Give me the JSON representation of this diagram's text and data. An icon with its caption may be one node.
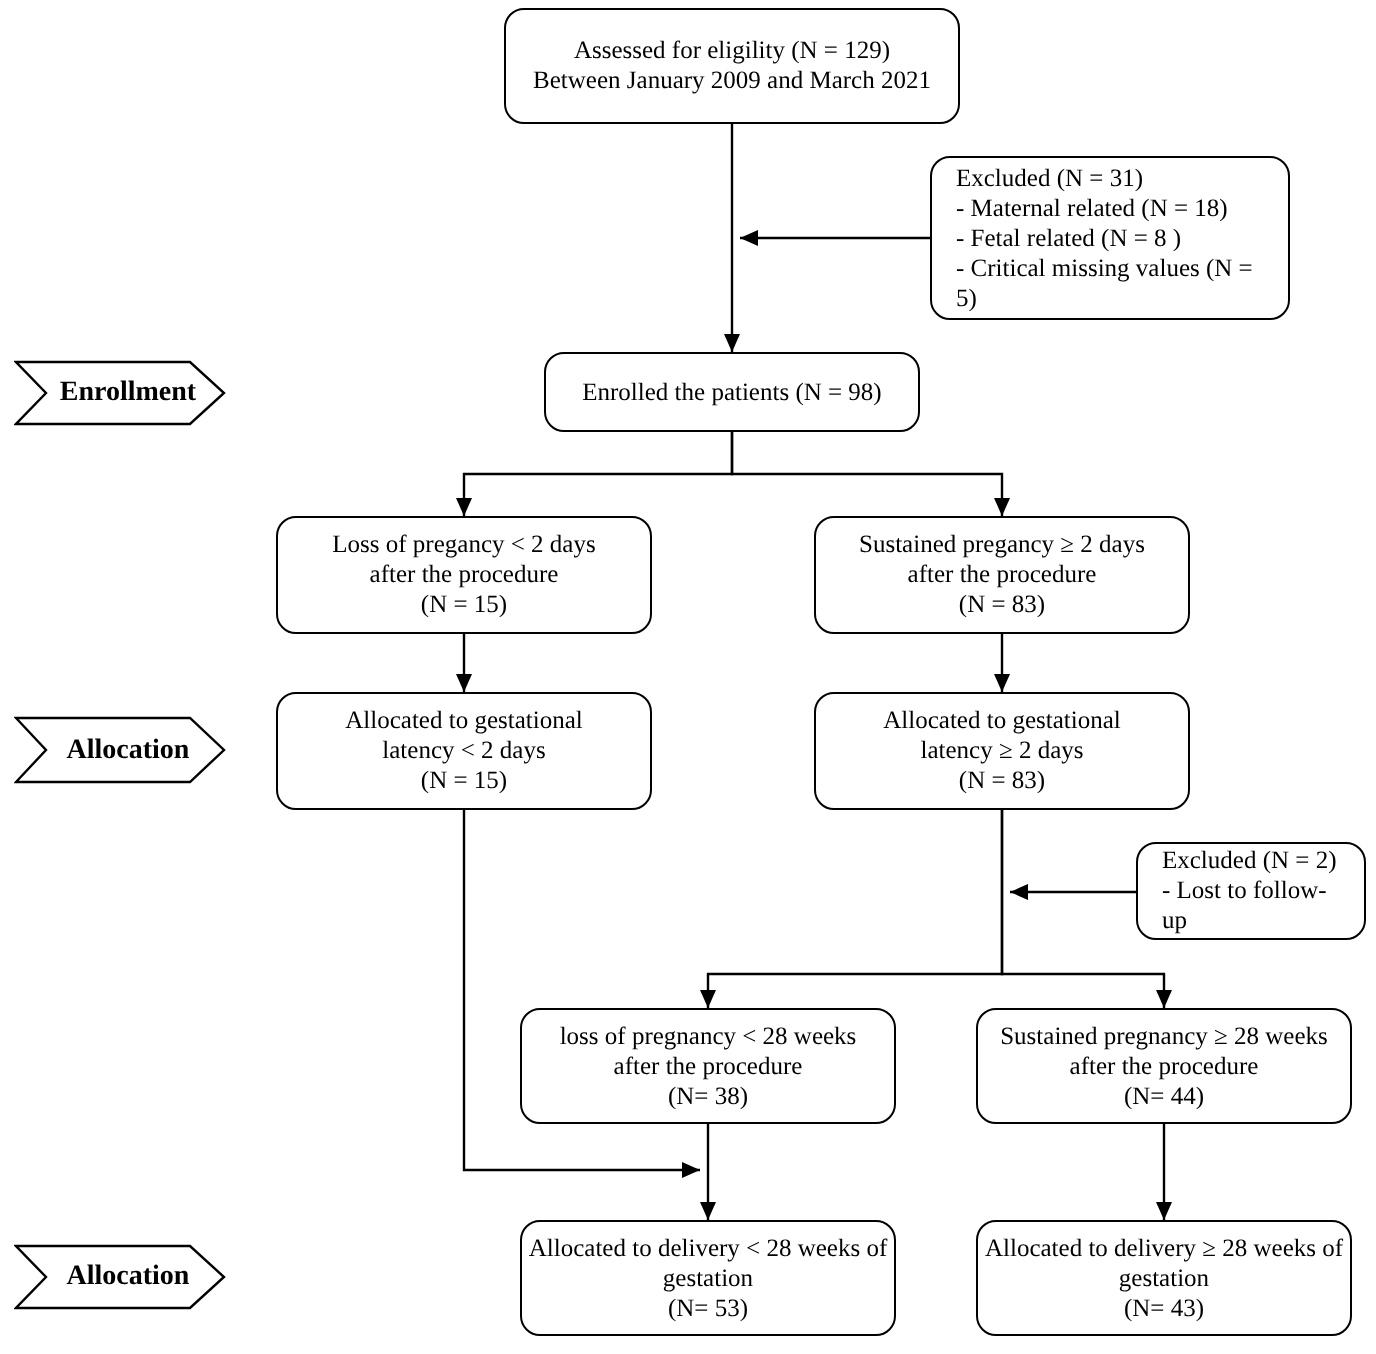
{
  "diagram": {
    "nodes": [
      {
        "text": [
          "Assessed for eligility (N = 129)",
          "Between January 2009 and March 2021"
        ]
      },
      {
        "text": [
          "Excluded (N = 31)",
          "- Maternal related (N = 18)",
          "- Fetal related (N = 8 )",
          "- Critical missing values (N = 5)"
        ]
      },
      {
        "text": [
          "Enrollment"
        ]
      },
      {
        "text": [
          "Enrolled the patients (N = 98)"
        ]
      },
      {
        "text": [
          "Loss of pregancy < 2 days after the procedure",
          "(N = 15)"
        ]
      },
      {
        "text": [
          "Sustained pregancy ≥ 2 days after the procedure",
          "(N = 83)"
        ]
      },
      {
        "text": [
          "Allocation"
        ]
      },
      {
        "text": [
          "Allocated to gestational latency < 2 days",
          "(N = 15)"
        ]
      },
      {
        "text": [
          "Allocated to gestational latency ≥ 2 days",
          "(N = 83)"
        ]
      },
      {
        "text": [
          "Excluded (N = 2)",
          "- Lost to follow-up"
        ]
      },
      {
        "text": [
          "loss of pregnancy < 28 weeks after the procedure",
          "(N= 38)"
        ]
      },
      {
        "text": [
          "Sustained pregnancy ≥ 28 weeks after the procedure",
          "(N= 44)"
        ]
      },
      {
        "text": [
          "Allocation"
        ]
      },
      {
        "text": [
          "Allocated to delivery < 28 weeks of gestation",
          "(N= 53)"
        ]
      },
      {
        "text": [
          "Allocated to delivery ≥ 28 weeks of gestation",
          "(N= 43)"
        ]
      }
    ],
    "edges": [
      {
        "from": 0,
        "to": 3,
        "arrow": "to"
      },
      {
        "from": 1,
        "to": null,
        "arrow": "to"
      },
      {
        "from": 3,
        "to": 4,
        "arrow": "to"
      },
      {
        "from": 3,
        "to": 5,
        "arrow": "to"
      },
      {
        "from": 4,
        "to": 7,
        "arrow": "to"
      },
      {
        "from": 5,
        "to": 8,
        "arrow": "to"
      },
      {
        "from": 9,
        "to": null,
        "arrow": "to"
      },
      {
        "from": 8,
        "to": 10,
        "arrow": "to"
      },
      {
        "from": 8,
        "to": 11,
        "arrow": "to"
      },
      {
        "from": 7,
        "to": 13,
        "arrow": "to"
      },
      {
        "from": 10,
        "to": 13,
        "arrow": "to"
      },
      {
        "from": 11,
        "to": 14,
        "arrow": "to"
      }
    ]
  }
}
